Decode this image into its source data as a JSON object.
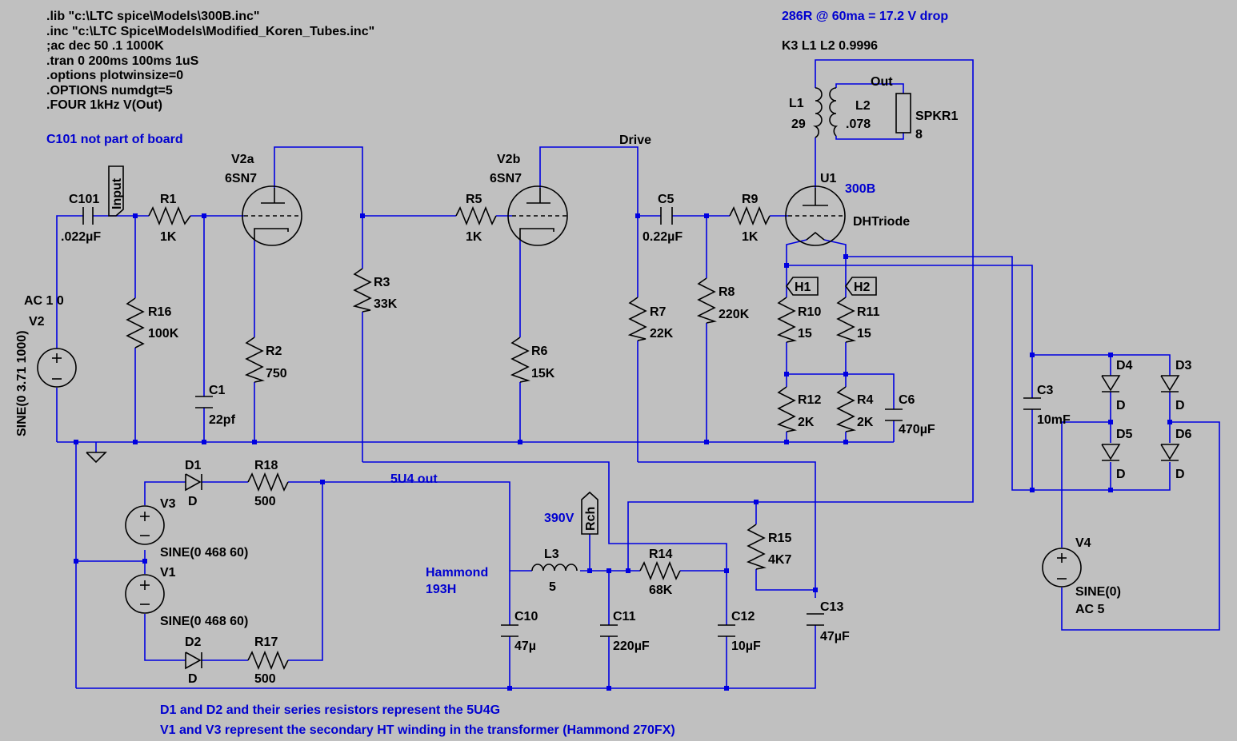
{
  "directives": [
    ".lib \"c:\\LTC spice\\Models\\300B.inc\"",
    ".inc \"c:\\LTC Spice\\Models\\Modified_Koren_Tubes.inc\"",
    ";ac dec 50 .1 1000K",
    ".tran 0 200ms 100ms 1uS",
    ".options plotwinsize=0",
    ".OPTIONS numdgt=5",
    ".FOUR 1kHz V(Out)"
  ],
  "notes": {
    "drop": "286R @ 60ma = 17.2 V drop",
    "coupling": "K3 L1 L2 0.9996",
    "c101": "C101 not part of board",
    "rect1": "D1 and D2 and their series resistors represent the 5U4G",
    "rect2": "V1 and V3 represent the secondary HT winding in the transformer (Hammond 270FX)",
    "hammond1": "Hammond",
    "hammond2": "193H",
    "volt390": "390V"
  },
  "nets": {
    "input": "Input",
    "drive": "Drive",
    "out": "Out",
    "u4out": "5U4 out",
    "rch": "Rch",
    "h1": "H1",
    "h2": "H2"
  },
  "components": {
    "C101": {
      "name": "C101",
      "value": ".022µF"
    },
    "R1": {
      "name": "R1",
      "value": "1K"
    },
    "R16": {
      "name": "R16",
      "value": "100K"
    },
    "C1": {
      "name": "C1",
      "value": "22pf"
    },
    "R2": {
      "name": "R2",
      "value": "750"
    },
    "V2a": {
      "name": "V2a",
      "value": "6SN7"
    },
    "R3": {
      "name": "R3",
      "value": "33K"
    },
    "R5": {
      "name": "R5",
      "value": "1K"
    },
    "V2b": {
      "name": "V2b",
      "value": "6SN7"
    },
    "R6": {
      "name": "R6",
      "value": "15K"
    },
    "R7": {
      "name": "R7",
      "value": "22K"
    },
    "C5": {
      "name": "C5",
      "value": "0.22µF"
    },
    "R8": {
      "name": "R8",
      "value": "220K"
    },
    "R9": {
      "name": "R9",
      "value": "1K"
    },
    "U1": {
      "name": "U1",
      "value": "300B",
      "model": "DHTriode"
    },
    "L1": {
      "name": "L1",
      "value": "29"
    },
    "L2": {
      "name": "L2",
      "value": ".078"
    },
    "SPKR1": {
      "name": "SPKR1",
      "value": "8"
    },
    "R10": {
      "name": "R10",
      "value": "15"
    },
    "R11": {
      "name": "R11",
      "value": "15"
    },
    "R12": {
      "name": "R12",
      "value": "2K"
    },
    "R4": {
      "name": "R4",
      "value": "2K"
    },
    "C6": {
      "name": "C6",
      "value": "470µF"
    },
    "C3": {
      "name": "C3",
      "value": "10mF"
    },
    "D4": {
      "name": "D4",
      "value": "D"
    },
    "D3": {
      "name": "D3",
      "value": "D"
    },
    "D5": {
      "name": "D5",
      "value": "D"
    },
    "D6": {
      "name": "D6",
      "value": "D"
    },
    "V4": {
      "name": "V4",
      "value": "SINE(0)",
      "ac": "AC 5"
    },
    "V2": {
      "name": "V2",
      "value": "SINE(0 3.71 1000)",
      "ac": "AC 1 0"
    },
    "D1": {
      "name": "D1",
      "value": "D"
    },
    "R18": {
      "name": "R18",
      "value": "500"
    },
    "V3": {
      "name": "V3",
      "value": "SINE(0 468 60)"
    },
    "V1": {
      "name": "V1",
      "value": "SINE(0 468 60)"
    },
    "D2": {
      "name": "D2",
      "value": "D"
    },
    "R17": {
      "name": "R17",
      "value": "500"
    },
    "L3": {
      "name": "L3",
      "value": "5"
    },
    "C10": {
      "name": "C10",
      "value": "47µ"
    },
    "C11": {
      "name": "C11",
      "value": "220µF"
    },
    "R14": {
      "name": "R14",
      "value": "68K"
    },
    "C12": {
      "name": "C12",
      "value": "10µF"
    },
    "R15": {
      "name": "R15",
      "value": "4K7"
    },
    "C13": {
      "name": "C13",
      "value": "47µF"
    }
  }
}
